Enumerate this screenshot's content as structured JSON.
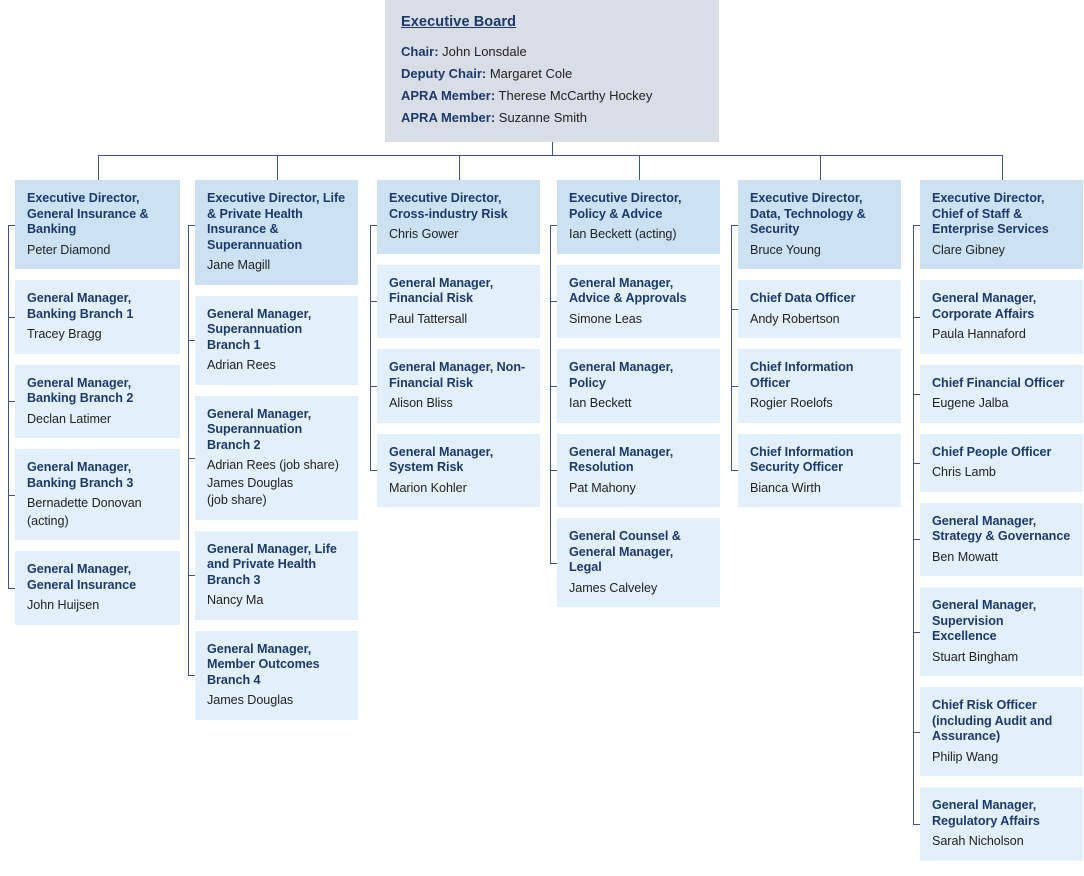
{
  "board": {
    "title": "Executive Board",
    "rows": [
      {
        "label": "Chair:",
        "name": "John Lonsdale"
      },
      {
        "label": "Deputy Chair:",
        "name": "Margaret Cole"
      },
      {
        "label": "APRA Member:",
        "name": "Therese McCarthy Hockey"
      },
      {
        "label": "APRA Member:",
        "name": "Suzanne Smith"
      }
    ]
  },
  "colors": {
    "board_bg": "#d9dee6",
    "head_bg": "#cce1f2",
    "card_bg": "#e2f0fb",
    "heading_text": "#1b3a6b",
    "body_text": "#222222",
    "connector": "#3c5580"
  },
  "columns": [
    {
      "head": {
        "role": "Executive Director, General Insurance & Banking",
        "person": [
          "Peter Diamond"
        ]
      },
      "children": [
        {
          "role": "General Manager, Banking Branch 1",
          "person": [
            "Tracey Bragg"
          ]
        },
        {
          "role": "General Manager, Banking Branch 2",
          "person": [
            "Declan Latimer"
          ]
        },
        {
          "role": "General Manager, Banking Branch 3",
          "person": [
            "Bernadette Donovan",
            "(acting)"
          ]
        },
        {
          "role": "General Manager, General Insurance",
          "person": [
            "John Huijsen"
          ]
        }
      ]
    },
    {
      "head": {
        "role": "Executive Director, Life & Private Health Insurance & Superannuation",
        "person": [
          "Jane Magill"
        ]
      },
      "children": [
        {
          "role": "General Manager, Superannuation Branch 1",
          "person": [
            "Adrian Rees"
          ]
        },
        {
          "role": "General Manager, Superannuation Branch 2",
          "person": [
            "Adrian Rees (job share)",
            "James Douglas",
            "(job share)"
          ]
        },
        {
          "role": "General Manager, Life and Private Health Branch 3",
          "person": [
            "Nancy Ma"
          ]
        },
        {
          "role": "General Manager, Member Outcomes Branch 4",
          "person": [
            "James Douglas"
          ]
        }
      ]
    },
    {
      "head": {
        "role": "Executive Director, Cross-industry Risk",
        "person": [
          "Chris Gower"
        ]
      },
      "children": [
        {
          "role": "General Manager, Financial Risk",
          "person": [
            "Paul Tattersall"
          ]
        },
        {
          "role": "General Manager, Non-Financial Risk",
          "person": [
            "Alison Bliss"
          ]
        },
        {
          "role": "General Manager, System Risk",
          "person": [
            "Marion Kohler"
          ]
        }
      ]
    },
    {
      "head": {
        "role": "Executive Director, Policy & Advice",
        "person": [
          "Ian Beckett (acting)"
        ]
      },
      "children": [
        {
          "role": "General Manager, Advice & Approvals",
          "person": [
            "Simone Leas"
          ]
        },
        {
          "role": "General Manager, Policy",
          "person": [
            "Ian Beckett"
          ]
        },
        {
          "role": "General Manager, Resolution",
          "person": [
            "Pat Mahony"
          ]
        },
        {
          "role": "General Counsel & General Manager, Legal",
          "person": [
            "James Calveley"
          ]
        }
      ]
    },
    {
      "head": {
        "role": "Executive Director, Data, Technology & Security",
        "person": [
          "Bruce Young"
        ]
      },
      "children": [
        {
          "role": "Chief Data Officer",
          "person": [
            "Andy Robertson"
          ]
        },
        {
          "role": "Chief Information Officer",
          "person": [
            "Rogier Roelofs"
          ]
        },
        {
          "role": "Chief Information Security Officer",
          "person": [
            "Bianca Wirth"
          ]
        }
      ]
    },
    {
      "head": {
        "role": "Executive Director, Chief of Staff & Enterprise Services",
        "person": [
          "Clare Gibney"
        ]
      },
      "children": [
        {
          "role": "General Manager, Corporate Affairs",
          "person": [
            "Paula Hannaford"
          ]
        },
        {
          "role": "Chief Financial Officer",
          "person": [
            "Eugene Jalba"
          ]
        },
        {
          "role": "Chief People Officer",
          "person": [
            "Chris Lamb"
          ]
        },
        {
          "role": "General Manager, Strategy & Governance",
          "person": [
            "Ben Mowatt"
          ]
        },
        {
          "role": "General Manager, Supervision Excellence",
          "person": [
            "Stuart Bingham"
          ]
        },
        {
          "role": "Chief Risk Officer (including Audit and Assurance)",
          "person": [
            "Philip Wang"
          ]
        },
        {
          "role": "General Manager, Regulatory Affairs",
          "person": [
            "Sarah Nicholson"
          ]
        }
      ]
    }
  ]
}
